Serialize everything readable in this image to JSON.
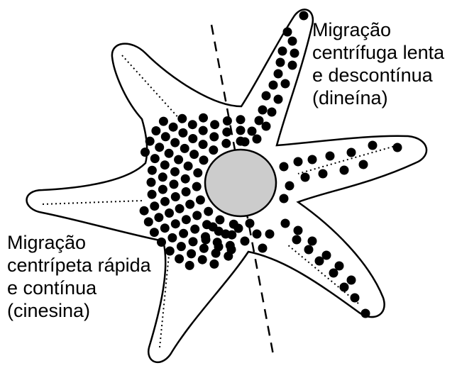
{
  "labels": {
    "right": {
      "lines": [
        "Migração",
        "centrífuga lenta",
        "e descontínua",
        "(dineína)"
      ]
    },
    "left": {
      "lines": [
        "Migração",
        "centrípeta rápida",
        "e contínua",
        "(cinesina)"
      ]
    }
  },
  "colors": {
    "outline": "#000000",
    "cell_fill": "#ffffff",
    "nucleus_fill": "#cccccc",
    "granule": "#000000"
  }
}
